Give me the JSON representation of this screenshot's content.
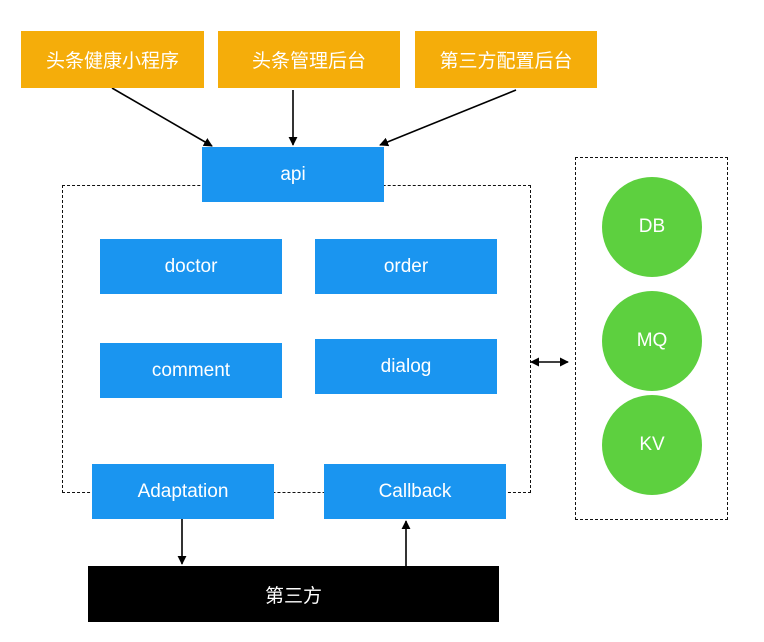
{
  "colors": {
    "client": "#F5AD0A",
    "module": "#1A95F0",
    "storage": "#5DD03F",
    "external": "#000000",
    "text": "#FFFFFF"
  },
  "clients": [
    {
      "label": "头条健康小程序"
    },
    {
      "label": "头条管理后台"
    },
    {
      "label": "第三方配置后台"
    }
  ],
  "api": {
    "label": "api"
  },
  "modules": [
    {
      "label": "doctor"
    },
    {
      "label": "order"
    },
    {
      "label": "comment"
    },
    {
      "label": "dialog"
    }
  ],
  "adaptation": {
    "label": "Adaptation"
  },
  "callback": {
    "label": "Callback"
  },
  "third_party": {
    "label": "第三方"
  },
  "storage": [
    {
      "label": "DB"
    },
    {
      "label": "MQ"
    },
    {
      "label": "KV"
    }
  ]
}
